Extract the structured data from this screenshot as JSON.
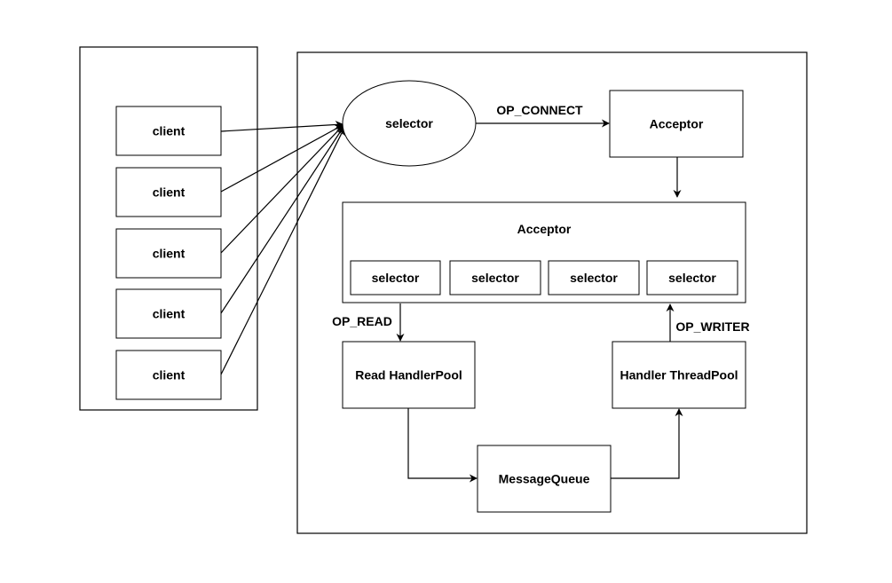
{
  "clients": [
    "client",
    "client",
    "client",
    "client",
    "client"
  ],
  "main_selector": "selector",
  "op_connect": "OP_CONNECT",
  "acceptor_top": "Acceptor",
  "acceptor_group": {
    "title": "Acceptor",
    "selectors": [
      "selector",
      "selector",
      "selector",
      "selector"
    ]
  },
  "op_read": "OP_READ",
  "op_writer": "OP_WRITER",
  "read_handler_pool": "Read HandlerPool",
  "handler_thread_pool": "Handler ThreadPool",
  "message_queue": "MessageQueue"
}
